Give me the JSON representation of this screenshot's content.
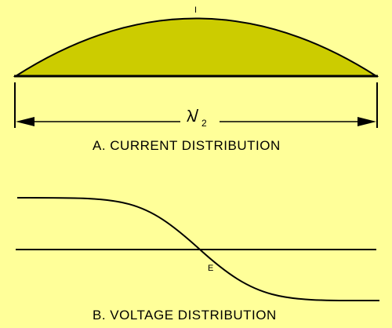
{
  "colors": {
    "background": "#ffff99",
    "current_fill": "#cccc00",
    "line": "#000000"
  },
  "current_diagram": {
    "peak_label": "I",
    "span_label_symbol": "λ",
    "span_label_denominator": "2",
    "caption": "A. CURRENT DISTRIBUTION"
  },
  "voltage_diagram": {
    "node_label": "E",
    "caption": "B. VOLTAGE DISTRIBUTION"
  }
}
